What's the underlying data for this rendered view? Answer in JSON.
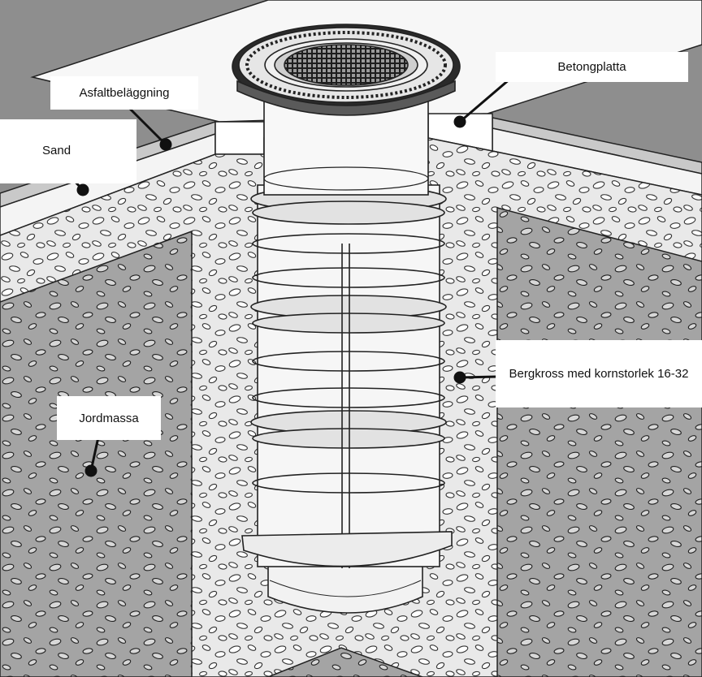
{
  "diagram": {
    "labels": {
      "asphalt": "Asfaltbeläggning",
      "sand": "Sand",
      "concrete": "Betongplatta",
      "crushed_rock": "Bergkross med kornstorlek 16-32",
      "soil": "Jordmassa"
    },
    "colors": {
      "asphalt": "#8e8e8e",
      "soil": "#a4a4a4",
      "fill": "#e9e9e9",
      "line": "#222222"
    }
  }
}
